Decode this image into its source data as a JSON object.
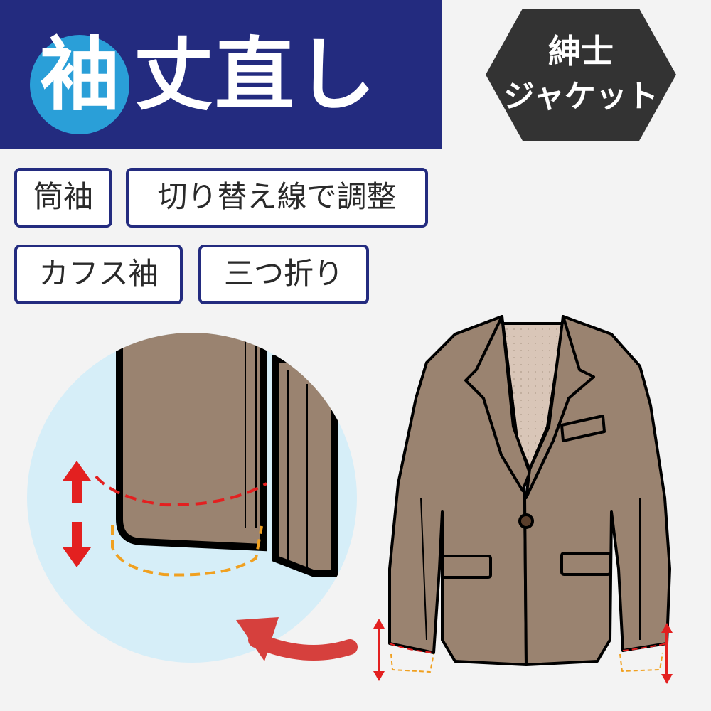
{
  "title": {
    "highlight": "袖",
    "rest": "丈直し"
  },
  "badge": {
    "line1": "紳士",
    "line2": "ジャケット"
  },
  "tags": [
    "筒袖",
    "切り替え線で調整",
    "カフス袖",
    "三つ折り"
  ],
  "colors": {
    "header_bg": "#232b7f",
    "title_circle": "#2a9fd8",
    "badge_bg": "#333333",
    "tag_border": "#232b7f",
    "jacket_fabric": "#9a8370",
    "magnifier_bg": "#d6eef8",
    "arrow_red": "#e32020",
    "curve_arrow": "#d6403d",
    "dash_red": "#e32020",
    "dash_orange": "#f0a020"
  },
  "icons": [
    "hexagon-badge",
    "double-arrow-icon",
    "curved-arrow-icon",
    "jacket-illustration",
    "sleeve-closeup"
  ]
}
